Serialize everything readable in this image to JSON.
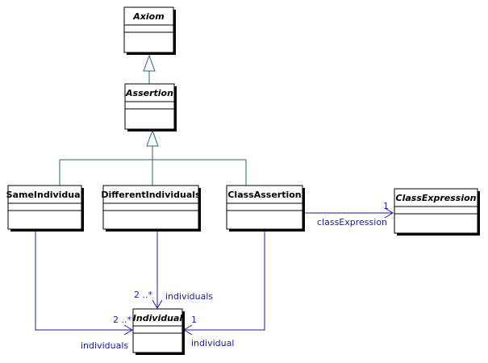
{
  "classes": {
    "axiom": "Axiom",
    "assertion": "Assertion",
    "same_individual": "SameIndividual",
    "different_individuals": "DifferentIndividuals",
    "class_assertion": "ClassAssertion",
    "class_expression": "ClassExpression",
    "individual": "Individual"
  },
  "associations": {
    "class_expression_mult": "1",
    "class_expression_role": "classExpression",
    "different_mult": "2 ..*",
    "different_role": "individuals",
    "same_mult": "2 ..*",
    "same_role": "individuals",
    "class_assertion_mult": "1",
    "class_assertion_role": "individual"
  },
  "colors": {
    "box_fill": "#ffffff",
    "box_stroke": "#000000",
    "shadow": "#000000",
    "generalization_line": "#2a6a6a",
    "association_line": "#1a1aa6"
  }
}
